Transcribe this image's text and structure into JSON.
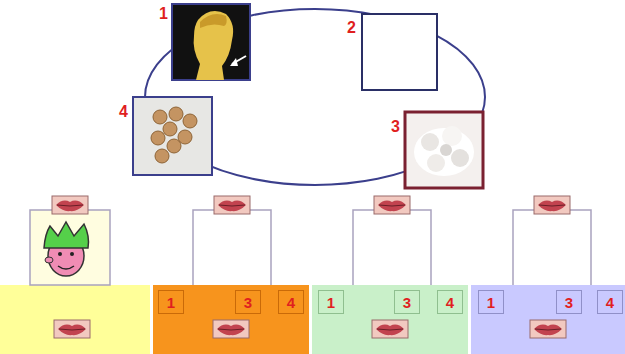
{
  "diagram": {
    "nodes": [
      {
        "text": [
          "1"
        ]
      },
      {
        "text": [
          "3"
        ]
      },
      {
        "text": [
          "4"
        ]
      },
      {
        "text": [
          "1"
        ]
      },
      {
        "text": [
          "3"
        ]
      },
      {
        "text": [
          "4"
        ]
      },
      {
        "text": [
          "1"
        ]
      },
      {
        "text": [
          "3"
        ]
      },
      {
        "text": [
          "4"
        ]
      }
    ],
    "labels": [
      "1",
      "2",
      "3",
      "4"
    ]
  }
}
